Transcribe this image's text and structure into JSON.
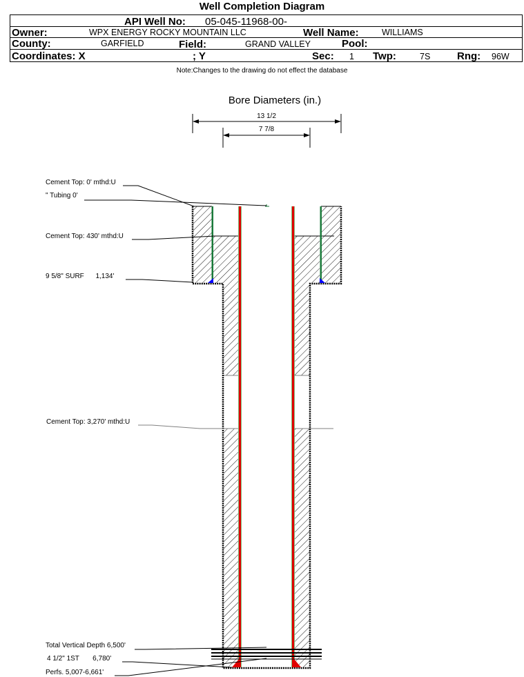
{
  "title": "Well Completion Diagram",
  "header": {
    "api_label": "API Well No:",
    "api_value": "05-045-11968-00-",
    "owner_label": "Owner:",
    "owner_value": "WPX ENERGY ROCKY MOUNTAIN LLC",
    "well_name_label": "Well Name:",
    "well_name_value": "WILLIAMS",
    "county_label": "County:",
    "county_value": "GARFIELD",
    "field_label": "Field:",
    "field_value": "GRAND VALLEY",
    "pool_label": "Pool:",
    "pool_value": "",
    "coords_label": "Coordinates: X",
    "coords_y_label": "; Y",
    "sec_label": "Sec:",
    "sec_value": "1",
    "twp_label": "Twp:",
    "twp_value": "7S",
    "rng_label": "Rng:",
    "rng_value": "96W"
  },
  "note": "Note:Changes to the drawing do not effect the database",
  "bore": {
    "title": "Bore Diameters (in.)",
    "outer_diameter": "13 1/2",
    "inner_diameter": "7 7/8"
  },
  "annotations": {
    "cement_top_1": "Cement Top: 0' mthd:U",
    "tubing": "\" Tubing 0'",
    "cement_top_2": "Cement Top: 430' mthd:U",
    "surface_casing": "9 5/8\" SURF      1,134'",
    "cement_top_3": "Cement Top: 3,270' mthd:U",
    "tvd": "Total Vertical Depth 6,500'",
    "production_casing": "4 1/2\" 1ST       6,780'",
    "perfs": "Perfs. 5,007-6,661'"
  },
  "colors": {
    "casing_red": "#e00000",
    "casing_green": "#1a7a3a",
    "shoe_blue": "#0000ff",
    "line": "#000000",
    "grey_line": "#808080"
  }
}
